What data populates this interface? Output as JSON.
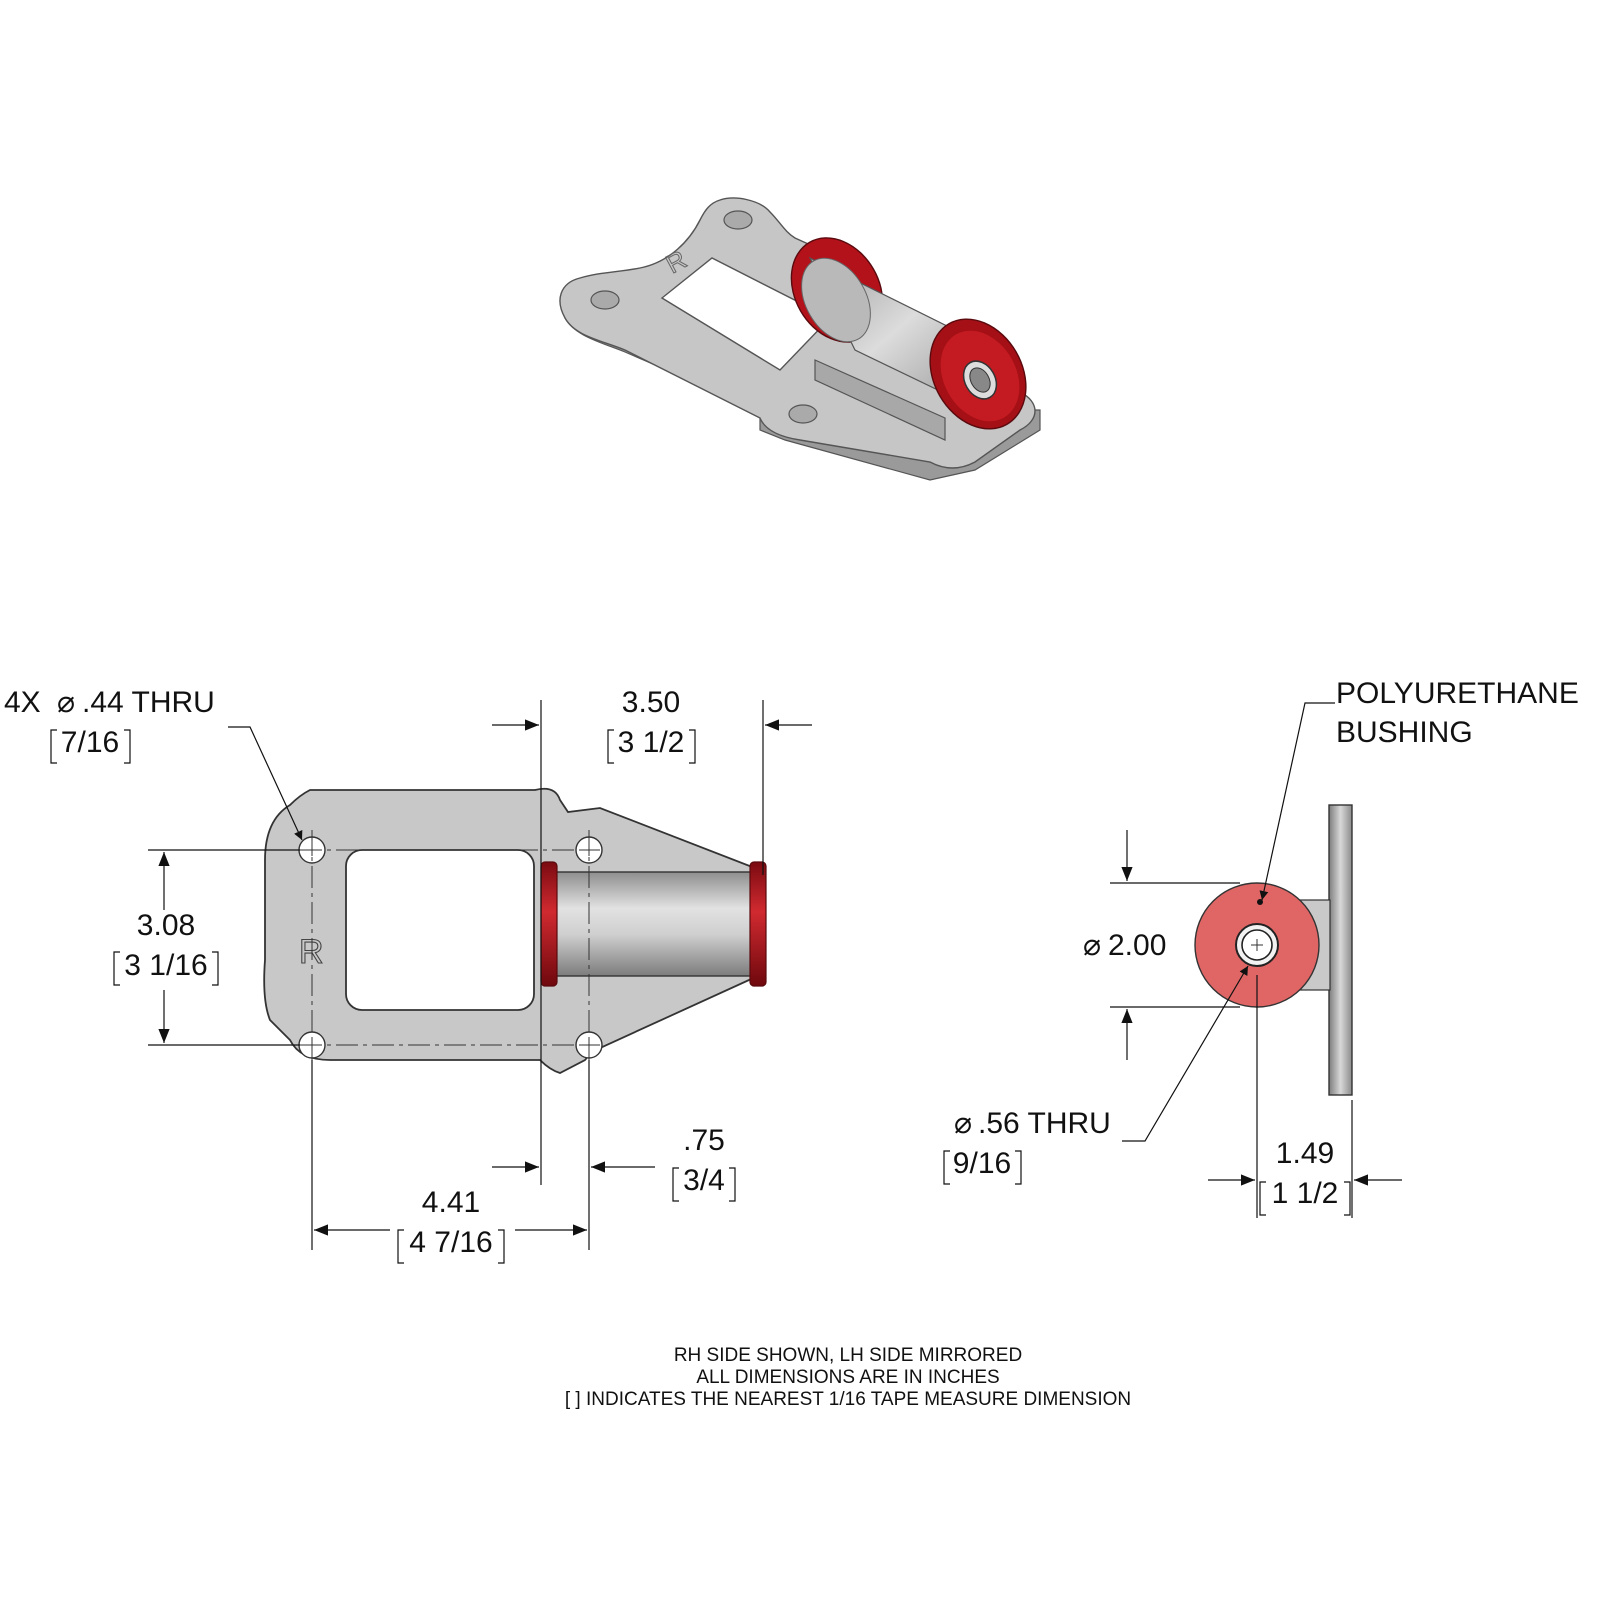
{
  "colors": {
    "plate": "#c9c9c9",
    "plate_side": "#9a9a9a",
    "tube": "#bdbdbd",
    "bushing_red": "#b3121a",
    "bushing_face": "#e06464",
    "line": "#111111"
  },
  "iso_view": {
    "plate_mark": "R"
  },
  "top_view": {
    "plate_mark": "R",
    "hole_callout": {
      "qty": "4X",
      "diameter_symbol": "⌀",
      "value": ".44 THRU",
      "fraction": "7/16"
    },
    "dim_height": {
      "value": "3.08",
      "fraction": "3 1/16"
    },
    "dim_tube_length": {
      "value": "3.50",
      "fraction": "3 1/2"
    },
    "dim_hole_spacing": {
      "value": "4.41",
      "fraction": "4 7/16"
    },
    "dim_offset": {
      "value": ".75",
      "fraction": "3/4"
    }
  },
  "side_view": {
    "label_line1": "POLYURETHANE",
    "label_line2": "BUSHING",
    "dim_diameter": {
      "diameter_symbol": "⌀",
      "value": "2.00"
    },
    "bore_callout": {
      "diameter_symbol": "⌀",
      "value": ".56 THRU",
      "fraction": "9/16"
    },
    "dim_width": {
      "value": "1.49",
      "fraction": "1 1/2"
    }
  },
  "notes": [
    "RH SIDE SHOWN, LH SIDE MIRRORED",
    "ALL DIMENSIONS ARE IN INCHES",
    "[ ] INDICATES THE NEAREST 1/16 TAPE MEASURE DIMENSION"
  ]
}
